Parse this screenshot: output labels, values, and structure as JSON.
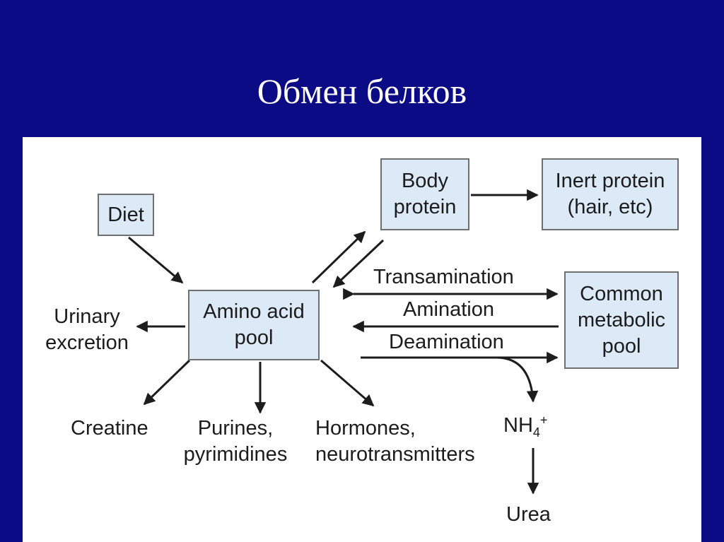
{
  "slide": {
    "title": "Обмен белков"
  },
  "diagram": {
    "nodes": {
      "diet": "Diet",
      "body_protein": [
        "Body",
        "protein"
      ],
      "inert_protein": [
        "Inert protein",
        "(hair, etc)"
      ],
      "amino_acid_pool": [
        "Amino acid",
        "pool"
      ],
      "common_metabolic_pool": [
        "Common",
        "metabolic",
        "pool"
      ]
    },
    "process_labels": {
      "transamination": "Transamination",
      "amination": "Amination",
      "deamination": "Deamination"
    },
    "outputs": {
      "urinary_excretion": [
        "Urinary",
        "excretion"
      ],
      "creatine": "Creatine",
      "purines": [
        "Purines,",
        "pyrimidines"
      ],
      "hormones": [
        "Hormones,",
        "neurotransmitters"
      ],
      "nh4": {
        "base": "NH",
        "sub": "4",
        "sup": "+"
      },
      "urea": "Urea"
    },
    "colors": {
      "background": "#0b0b86",
      "box_fill": "#dce9f6",
      "box_border": "#6f6f6f",
      "arrow": "#1c1c1c"
    }
  }
}
